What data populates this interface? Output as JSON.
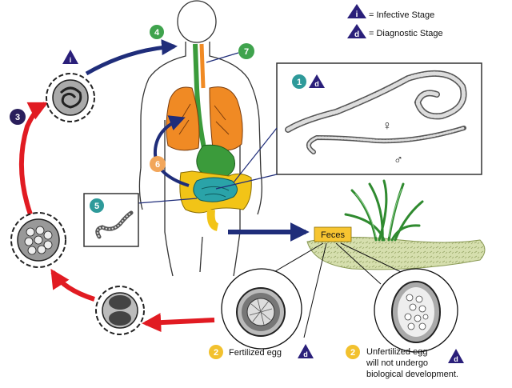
{
  "legend": {
    "infective_label": "= Infective Stage",
    "diagnostic_label": "= Diagnostic Stage",
    "infective_symbol": "i",
    "diagnostic_symbol": "d"
  },
  "steps": {
    "s1": "1",
    "s2a": "2",
    "s2b": "2",
    "s3": "3",
    "s4": "4",
    "s5": "5",
    "s6": "6",
    "s7": "7"
  },
  "labels": {
    "feces": "Feces",
    "fertilized_egg": "Fertilized egg",
    "unfertilized_line1": "Unfertilized egg",
    "unfertilized_line2": "will not undergo",
    "unfertilized_line3": "biological development.",
    "female_symbol": "♀",
    "male_symbol": "♂"
  },
  "colors": {
    "step_green": "#3fa34d",
    "step_teal": "#2e9a9a",
    "step_orange": "#f2a65a",
    "step_yellow": "#f2c12e",
    "step_navy": "#2a1f5c",
    "arrow_red": "#e11b22",
    "arrow_blue": "#1f2d7a",
    "lungs": "#f08a24",
    "stomach": "#3b9b3b",
    "intestine_small": "#2aa3a8",
    "intestine_large": "#f2c417",
    "feces_box": "#f7c531",
    "soil": "#c8d49a"
  }
}
